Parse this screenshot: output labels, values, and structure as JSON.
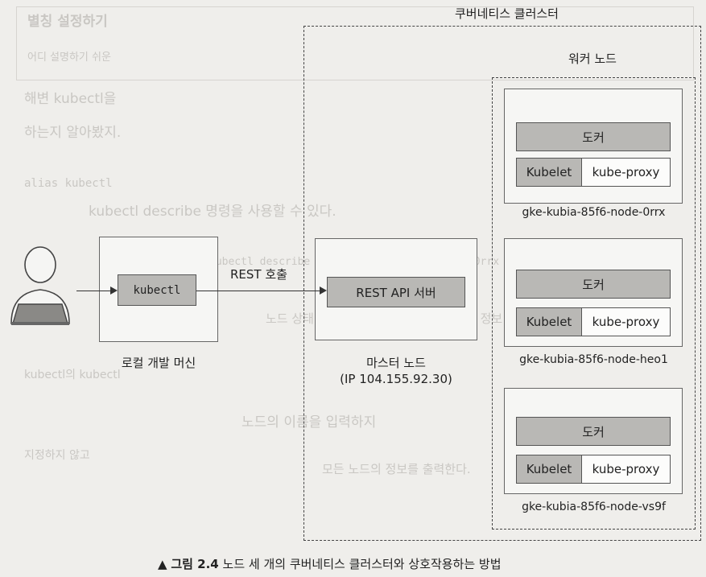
{
  "cluster": {
    "title": "쿠버네티스 클러스터",
    "worker_group_title": "워커 노드",
    "workers": [
      {
        "docker": "도커",
        "kubelet": "Kubelet",
        "proxy": "kube-proxy",
        "name": "gke-kubia-85f6-node-0rrx"
      },
      {
        "docker": "도커",
        "kubelet": "Kubelet",
        "proxy": "kube-proxy",
        "name": "gke-kubia-85f6-node-heo1"
      },
      {
        "docker": "도커",
        "kubelet": "Kubelet",
        "proxy": "kube-proxy",
        "name": "gke-kubia-85f6-node-vs9f"
      }
    ],
    "master": {
      "component": "REST API 서버",
      "label": "마스터 노드",
      "ip": "(IP 104.155.92.30)"
    }
  },
  "local": {
    "component": "kubectl",
    "label": "로컬 개발 머신"
  },
  "arrow_label": "REST 호출",
  "caption": {
    "marker": "▲",
    "figure": "그림 2.4",
    "text": "노드 세 개의 쿠버네티스 클러스터와 상호작용하는 방법"
  },
  "background_text": {
    "line1": "별칭 설정하기",
    "line2": "어디 설명하기 쉬운",
    "line3": "해변 kubectl을",
    "line4": "하는지 알아봤지.",
    "line5": "alias kubectl",
    "line6": "kubectl describe 명령을 사용할 수 있다.",
    "line7": "kubectl describe node gke-kubia-85f6-node-0rrx",
    "line8": "노드 상태, CPU 및 메모리 데이터, 시스템 정보",
    "line9": "kubectl의 kubectl",
    "line10": "지정하지 않고",
    "line11": "노드의 이름을 입력하지",
    "line12": "모든 노드의 정보를 출력한다."
  },
  "colors": {
    "background": "#efeeeb",
    "component_fill": "#b9b8b5",
    "box_fill": "#f6f6f4",
    "stroke": "#444444"
  },
  "icons": {
    "user": "person-with-laptop-icon",
    "arrow": "arrow-right-icon",
    "caption_marker": "triangle-up-icon"
  }
}
